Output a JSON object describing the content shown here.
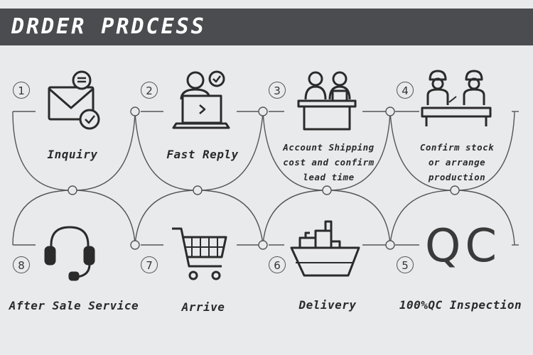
{
  "header": {
    "title": "DRDER PRDCESS"
  },
  "steps": {
    "s1": {
      "num": "1",
      "label": "Inquiry"
    },
    "s2": {
      "num": "2",
      "label": "Fast Reply"
    },
    "s3": {
      "num": "3",
      "label": "Account Shipping cost and confirm lead time"
    },
    "s4": {
      "num": "4",
      "label": "Confirm stock or arrange production"
    },
    "s5": {
      "num": "5",
      "label": "100%QC Inspection",
      "icon_text": "QC"
    },
    "s6": {
      "num": "6",
      "label": "Delivery"
    },
    "s7": {
      "num": "7",
      "label": "Arrive"
    },
    "s8": {
      "num": "8",
      "label": "After Sale Service"
    }
  },
  "colors": {
    "line": "#555555",
    "header_bg": "#4a4c50",
    "background": "#e9eaec"
  },
  "icons": {
    "s1": "envelope-check-icon",
    "s2": "laptop-person-check-icon",
    "s3": "reception-desk-icon",
    "s4": "workers-at-desk-icon",
    "s6": "cargo-ship-icon",
    "s7": "shopping-cart-icon",
    "s8": "headset-icon"
  }
}
